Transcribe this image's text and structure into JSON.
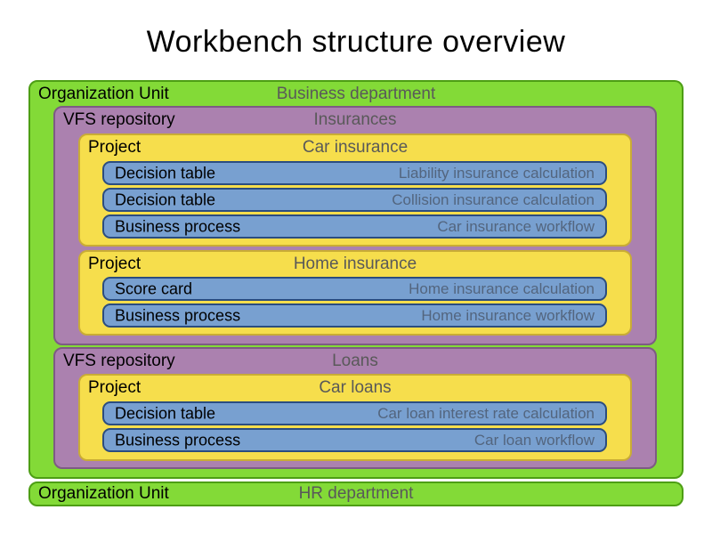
{
  "title": "Workbench structure overview",
  "colors": {
    "org_unit_fill": "#83da37",
    "org_unit_border": "#4d9e14",
    "repository_fill": "#ab81af",
    "repository_border": "#7d5b84",
    "project_fill": "#f6de4c",
    "project_border": "#c9ac35",
    "asset_fill": "#78a0d0",
    "asset_border": "#2b4d80",
    "type_label_color": "#000000",
    "name_label_color": "#595959",
    "asset_name_color": "#53657e",
    "background": "#ffffff"
  },
  "tree": {
    "org_units": [
      {
        "type_label": "Organization Unit",
        "name": "Business department",
        "repositories": [
          {
            "type_label": "VFS repository",
            "name": "Insurances",
            "projects": [
              {
                "type_label": "Project",
                "name": "Car insurance",
                "assets": [
                  {
                    "type_label": "Decision table",
                    "name": "Liability insurance calculation"
                  },
                  {
                    "type_label": "Decision table",
                    "name": "Collision insurance calculation"
                  },
                  {
                    "type_label": "Business process",
                    "name": "Car insurance workflow"
                  }
                ]
              },
              {
                "type_label": "Project",
                "name": "Home insurance",
                "assets": [
                  {
                    "type_label": "Score card",
                    "name": "Home insurance calculation"
                  },
                  {
                    "type_label": "Business process",
                    "name": "Home insurance workflow"
                  }
                ]
              }
            ]
          },
          {
            "type_label": "VFS repository",
            "name": "Loans",
            "projects": [
              {
                "type_label": "Project",
                "name": "Car loans",
                "assets": [
                  {
                    "type_label": "Decision table",
                    "name": "Car loan interest rate calculation"
                  },
                  {
                    "type_label": "Business process",
                    "name": "Car loan workflow"
                  }
                ]
              }
            ]
          }
        ]
      },
      {
        "type_label": "Organization Unit",
        "name": "HR department",
        "repositories": []
      }
    ]
  }
}
